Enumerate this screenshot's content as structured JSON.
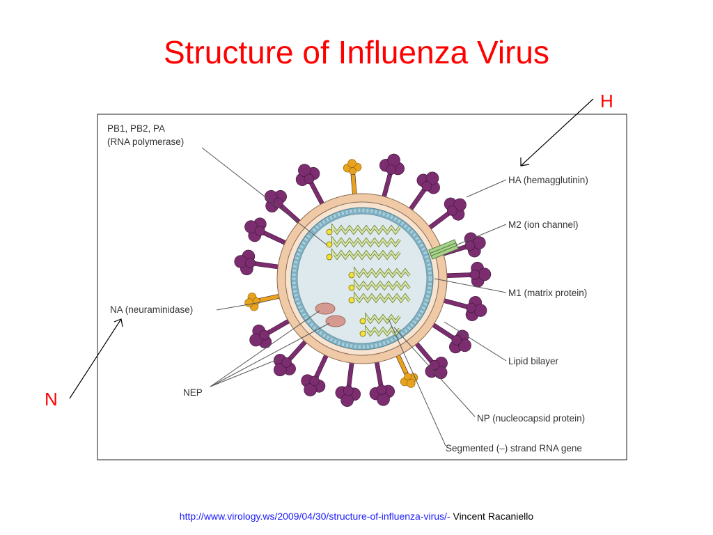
{
  "title": "Structure of Influenza Virus",
  "annotations": {
    "h": "H",
    "n": "N"
  },
  "labels": {
    "pb_line1": "PB1, PB2, PA",
    "pb_line2": "(RNA polymerase)",
    "ha": "HA (hemagglutinin)",
    "m2": "M2 (ion channel)",
    "m1": "M1 (matrix protein)",
    "na": "NA (neuraminidase)",
    "lipid": "Lipid bilayer",
    "nep": "NEP",
    "np": "NP (nucleocapsid protein)",
    "rna": "Segmented (–) strand RNA gene"
  },
  "source": {
    "url": "http://www.virology.ws/2009/04/30/structure-of-influenza-virus/-",
    "author": " Vincent Racaniello"
  },
  "colors": {
    "title": "#ff0000",
    "ha_spike": "#7b2d6f",
    "na_spike": "#e8a31e",
    "lipid": "#f0c9a6",
    "matrix": "#7fb0c2",
    "core": "#dde9ec",
    "rna": "#d8e6a8",
    "nep": "#d49a92"
  }
}
